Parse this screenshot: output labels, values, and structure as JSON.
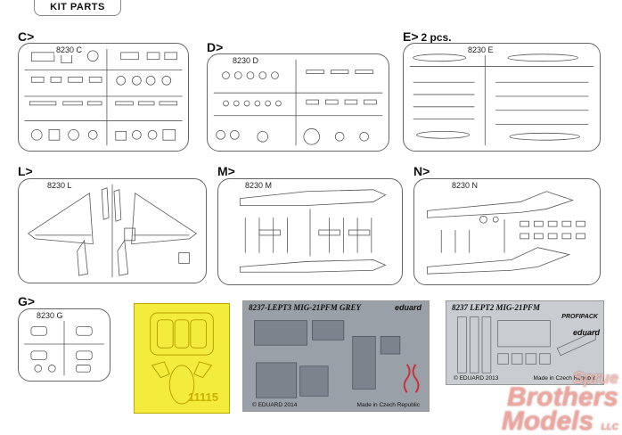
{
  "header": {
    "title": "KIT PARTS"
  },
  "sections": {
    "c": {
      "label": "C>",
      "code": "8230 C"
    },
    "d": {
      "label": "D>",
      "code": "8230 D"
    },
    "e": {
      "label": "E>",
      "extra": "2 pcs.",
      "code": "8230 E"
    },
    "l": {
      "label": "L>",
      "code": "8230 L"
    },
    "m": {
      "label": "M>",
      "code": "8230 M"
    },
    "n": {
      "label": "N>",
      "code": "8230 N"
    },
    "g": {
      "label": "G>",
      "code": "8230 G"
    }
  },
  "mask": {
    "number": "11115",
    "color": "#f4ec3c"
  },
  "pe_sheets": {
    "grey": {
      "title": "8237-LEPT3  MIG-21PFM GREY",
      "brand": "eduard",
      "copyright": "© EDUARD 2014",
      "made_in": "Made in Czech Republic",
      "color": "#9aa0a8"
    },
    "steel": {
      "title": "8237  LEPT2 MIG-21PFM",
      "brand": "eduard",
      "brand2": "PROFIPACK",
      "copyright": "© EDUARD 2013",
      "made_in": "Made in Czech Republic",
      "color": "#c9ccd0"
    }
  },
  "watermark": {
    "line1": "Sprue",
    "line2": "Brothers",
    "line3": "Models",
    "suffix": "LLC"
  }
}
